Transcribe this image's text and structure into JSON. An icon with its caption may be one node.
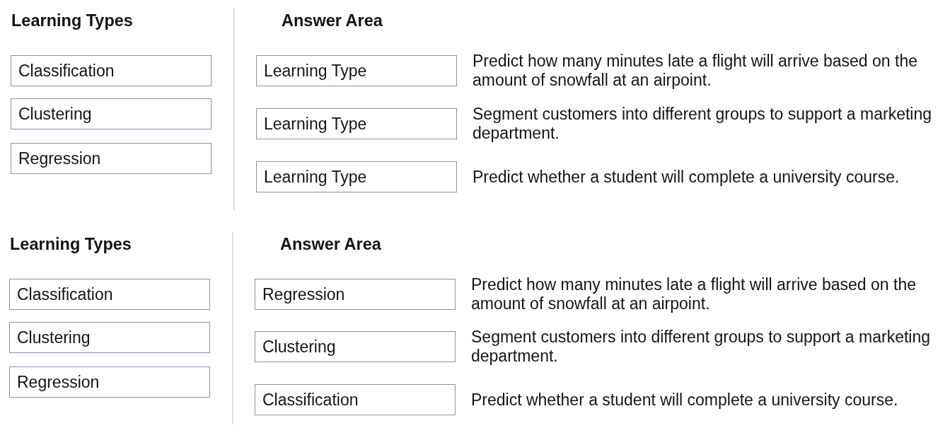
{
  "diagram": {
    "nodes": [
      {
        "text": [
          "Classification"
        ]
      },
      {
        "text": [
          "Clustering"
        ]
      },
      {
        "text": [
          "Regression"
        ]
      },
      {
        "text": [
          "Learning Type"
        ],
        "beside": [
          "Predict how many minutes late a flight will arrive based on the amount of snowfall at an airpoint."
        ]
      },
      {
        "text": [
          "Learning Type"
        ],
        "beside": [
          "Segment customers into different groups to support a marketing department."
        ]
      },
      {
        "text": [
          "Learning Type"
        ],
        "beside": [
          "Predict whether a student will complete a university course."
        ]
      },
      {
        "text": [
          "Classification"
        ]
      },
      {
        "text": [
          "Clustering"
        ]
      },
      {
        "text": [
          "Regression"
        ]
      },
      {
        "text": [
          "Regression"
        ],
        "beside": [
          "Predict how many minutes late a flight will arrive based on the amount of snowfall at an airpoint."
        ]
      },
      {
        "text": [
          "Clustering"
        ],
        "beside": [
          "Segment customers into different groups to support a marketing department."
        ]
      },
      {
        "text": [
          "Classification"
        ],
        "beside": [
          "Predict whether a student will complete a university course."
        ]
      }
    ],
    "labels": [
      "Learning Types",
      "Answer Area",
      "Learning Types",
      "Answer Area"
    ]
  }
}
